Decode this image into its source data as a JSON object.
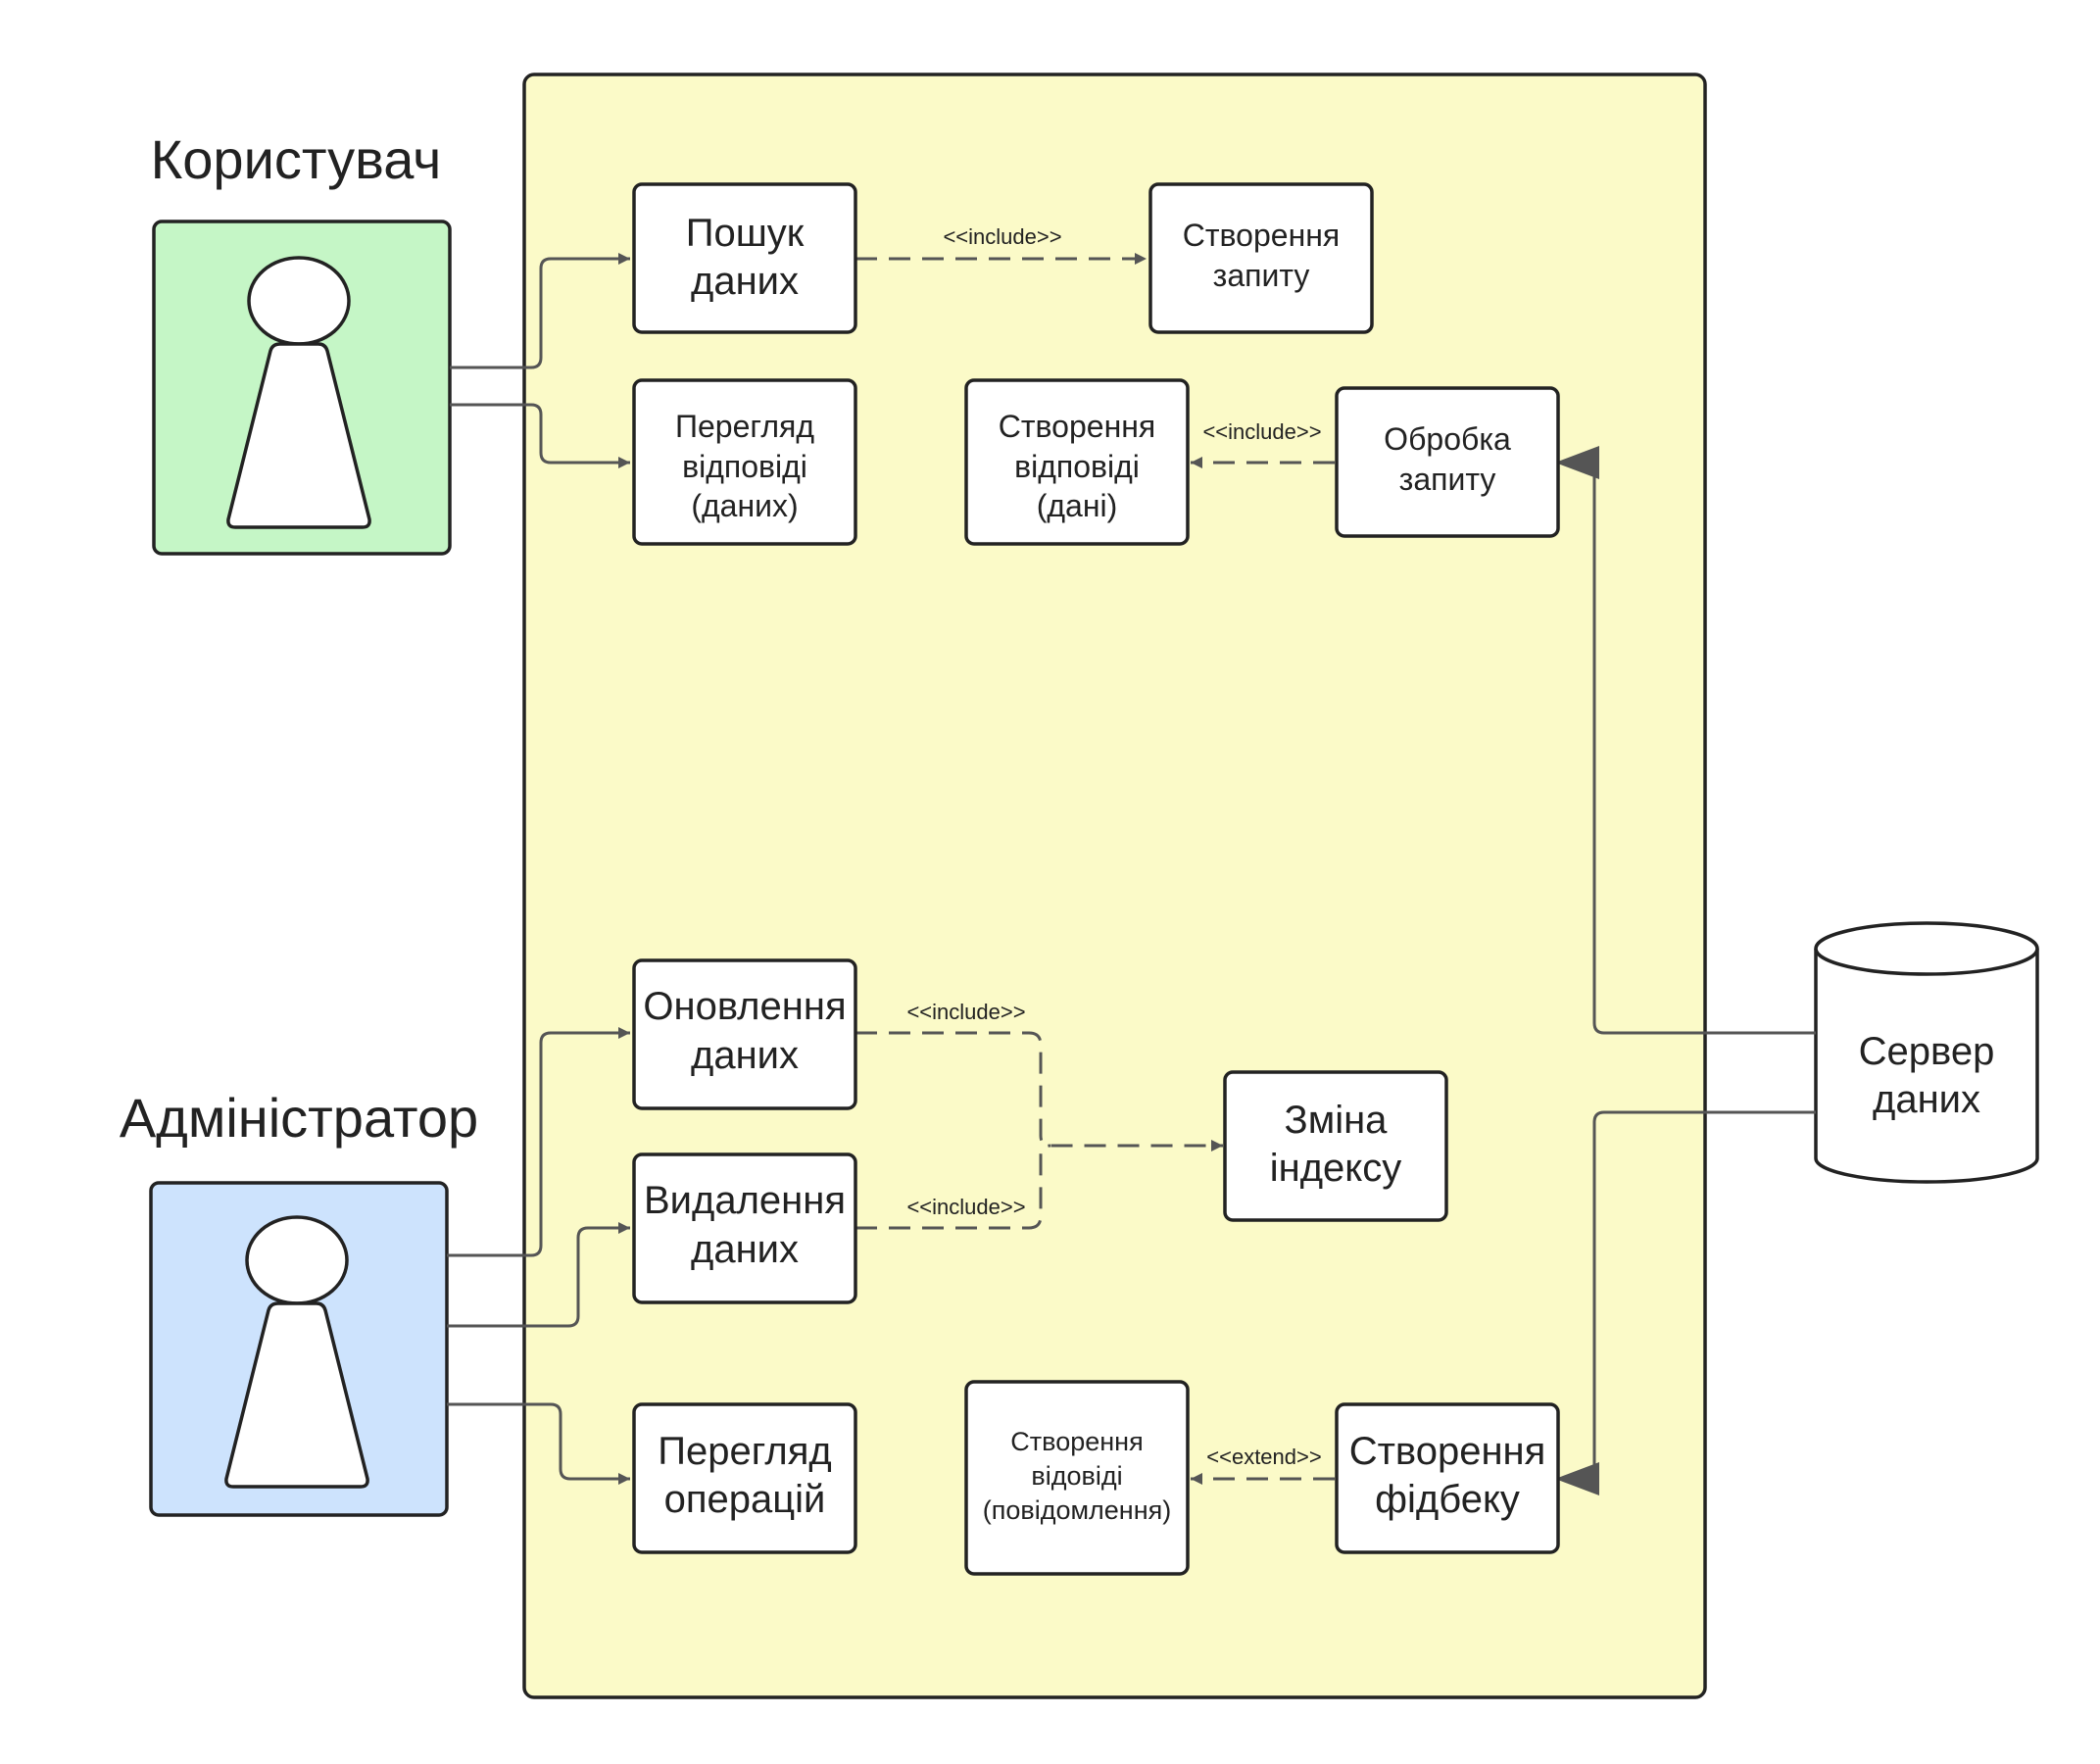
{
  "colors": {
    "system_fill": "#fbfac8",
    "user_fill": "#c5f6c6",
    "admin_fill": "#cde3fd",
    "stroke": "#222222",
    "connector": "#555555"
  },
  "actors": {
    "user": {
      "title": "Користувач",
      "icon": "person-icon"
    },
    "admin": {
      "title": "Адміністратор",
      "icon": "person-icon"
    }
  },
  "use_cases": {
    "search": [
      "Пошук",
      "даних"
    ],
    "create_query": [
      "Створення",
      "запиту"
    ],
    "view_response": [
      "Перегляд",
      "відповіді",
      "(даних)"
    ],
    "create_response": [
      "Створення",
      "відповіді",
      "(дані)"
    ],
    "process_query": [
      "Обробка",
      "запиту"
    ],
    "update_data": [
      "Оновлення",
      "даних"
    ],
    "delete_data": [
      "Видалення",
      "даних"
    ],
    "change_index": [
      "Зміна",
      "індексу"
    ],
    "view_operations": [
      "Перегляд",
      "операцій"
    ],
    "create_reply": [
      "Створення",
      "відовіді",
      "(повідомлення)"
    ],
    "create_feedback": [
      "Створення",
      "фідбеку"
    ]
  },
  "server": [
    "Сервер",
    "даних"
  ],
  "relations": {
    "include": "<<include>>",
    "extend": "<<extend>>"
  }
}
